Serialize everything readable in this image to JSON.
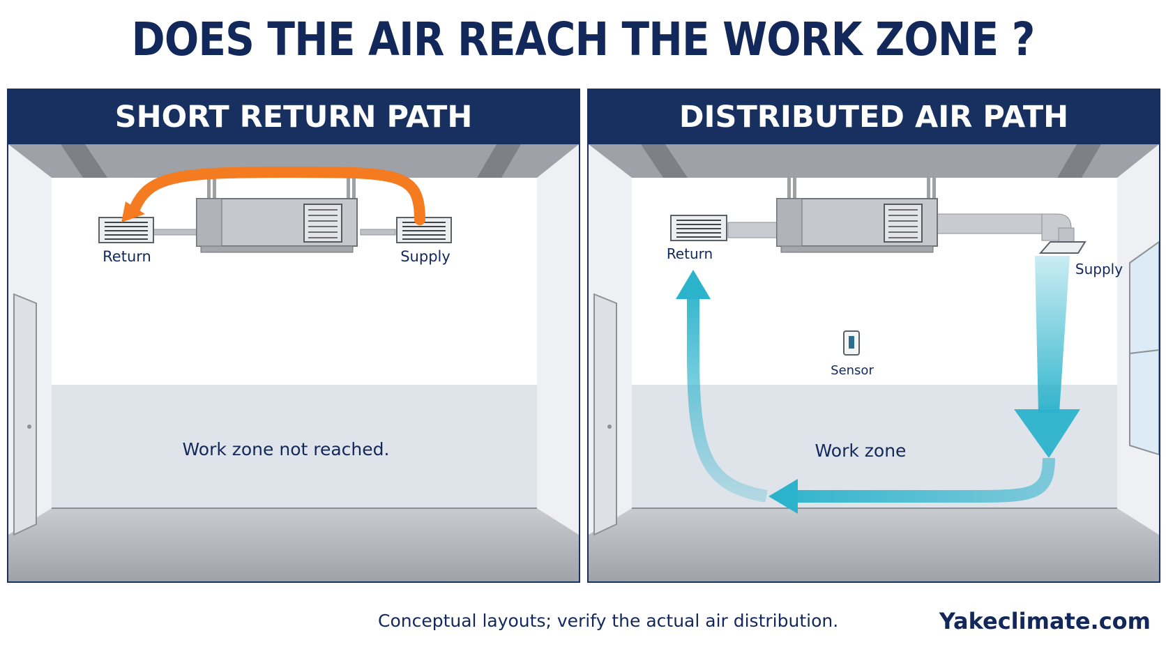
{
  "title": "DOES THE AIR REACH THE WORK ZONE ?",
  "panels": {
    "left": {
      "title": "SHORT RETURN PATH",
      "return_label": "Return",
      "supply_label": "Supply",
      "zone_text": "Work zone not reached."
    },
    "right": {
      "title": "DISTRIBUTED AIR PATH",
      "return_label": "Return",
      "supply_label": "Supply",
      "sensor_label": "Sensor",
      "zone_text": "Work zone"
    }
  },
  "footer": {
    "note": "Conceptual layouts; verify the actual air distribution.",
    "brand": "Yakeclimate.com"
  },
  "colors": {
    "navy": "#17305f",
    "short_flow": "#f47b20",
    "distributed_flow": "#2bb3cc"
  }
}
